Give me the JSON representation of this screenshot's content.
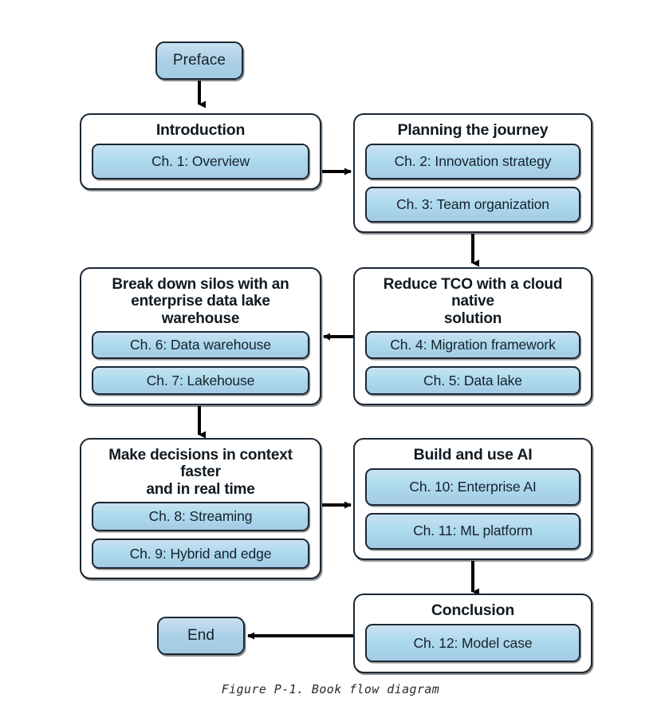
{
  "figure": {
    "caption": "Figure P-1.  Book flow diagram",
    "colors": {
      "chip_blue": "#a9cfe6",
      "chip_blue_light": "#c9e2f1",
      "border_dark": "#1b2733",
      "container_bg": "#ffffff",
      "connector": "#000000"
    }
  },
  "nodes": {
    "preface": {
      "label": "Preface"
    },
    "end": {
      "label": "End"
    },
    "introduction": {
      "title": "Introduction",
      "chapters": [
        {
          "label": "Ch. 1: Overview"
        }
      ]
    },
    "planning": {
      "title": "Planning the journey",
      "chapters": [
        {
          "label": "Ch. 2: Innovation strategy"
        },
        {
          "label": "Ch. 3: Team organization"
        }
      ]
    },
    "silos": {
      "title": "Break down silos with an\nenterprise data lake warehouse",
      "chapters": [
        {
          "label": "Ch. 6: Data warehouse"
        },
        {
          "label": "Ch. 7: Lakehouse"
        }
      ]
    },
    "tco": {
      "title": "Reduce TCO with a cloud native\nsolution",
      "chapters": [
        {
          "label": "Ch. 4: Migration framework"
        },
        {
          "label": "Ch. 5: Data lake"
        }
      ]
    },
    "decisions": {
      "title": "Make decisions in context faster\nand in real time",
      "chapters": [
        {
          "label": "Ch. 8: Streaming"
        },
        {
          "label": "Ch. 9: Hybrid and edge"
        }
      ]
    },
    "ai": {
      "title": "Build and use AI",
      "chapters": [
        {
          "label": "Ch. 10: Enterprise AI"
        },
        {
          "label": "Ch. 11: ML platform"
        }
      ]
    },
    "conclusion": {
      "title": "Conclusion",
      "chapters": [
        {
          "label": "Ch. 12: Model case"
        }
      ]
    }
  },
  "flow": {
    "edges": [
      {
        "from": "preface",
        "to": "introduction",
        "direction": "down"
      },
      {
        "from": "introduction",
        "to": "planning",
        "direction": "right"
      },
      {
        "from": "planning",
        "to": "tco",
        "direction": "down"
      },
      {
        "from": "tco",
        "to": "silos",
        "direction": "left"
      },
      {
        "from": "silos",
        "to": "decisions",
        "direction": "down"
      },
      {
        "from": "decisions",
        "to": "ai",
        "direction": "right"
      },
      {
        "from": "ai",
        "to": "conclusion",
        "direction": "down"
      },
      {
        "from": "conclusion",
        "to": "end",
        "direction": "left"
      }
    ]
  }
}
